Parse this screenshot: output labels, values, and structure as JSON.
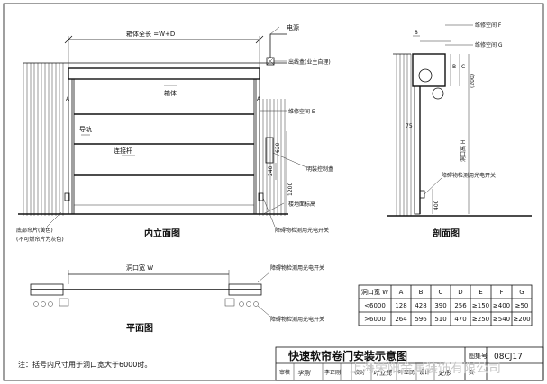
{
  "elevation": {
    "caption": "内立面图",
    "dim_width": "箱体全长 =W+D",
    "lbl_power": "电源",
    "lbl_outlet": "出线盒(业主自理)",
    "lbl_box": "箱体",
    "lbl_service_e": "维修空间 E",
    "lbl_rail": "导轨",
    "lbl_bar": "连接杆",
    "lbl_control": "明装控制盒",
    "lbl_finish": "楼地面标高",
    "lbl_sensor": "障碍物检测用光电开关",
    "lbl_curtain": "底部帘片(黄色)",
    "lbl_curtain_note": "(不可燃帘片为灰色)",
    "dim_620": "620",
    "dim_240": "240",
    "dim_1200": "1200",
    "mark_a": "A"
  },
  "section": {
    "caption": "剖面图",
    "lbl_service_f": "维修空间 F",
    "lbl_service_g": "维修空间 G",
    "lbl_sensor": "障碍物检测用光电开关",
    "dim_8": "8",
    "dim_b": "B",
    "dim_c": "C",
    "dim_200": "(200)",
    "dim_75": "75",
    "dim_h": "洞口高 H",
    "dim_400": "400"
  },
  "plan": {
    "caption": "平面图",
    "dim_w": "洞口宽 W",
    "lbl_sensor_top": "障碍物检测用光电开关",
    "lbl_sensor_bottom": "障碍物检测用光电开关"
  },
  "table": {
    "headers": [
      "洞口宽 W",
      "A",
      "B",
      "C",
      "D",
      "E",
      "F",
      "G"
    ],
    "rows": [
      [
        "<6000",
        "128",
        "428",
        "390",
        "256",
        "≥150",
        "≥400",
        "≥50"
      ],
      [
        ">6000",
        "264",
        "596",
        "510",
        "470",
        "≥250",
        "≥540",
        "≥200"
      ]
    ]
  },
  "note": "注：括号内尺寸用于洞口宽大于6000时。",
  "title_block": {
    "title": "快速软帘卷门安装示意图",
    "atlas_label": "图集号",
    "atlas_no": "08CJ17",
    "review_label": "审核",
    "review_name": "李正刚",
    "check_label": "校对",
    "check_name": "叶立民",
    "design_label": "设计",
    "page_label": "页",
    "sig_review": "李刚",
    "sig_check": "叶立民",
    "sig_design": "史彤"
  },
  "watermark": "上海荣阳金属装饰有限公司"
}
